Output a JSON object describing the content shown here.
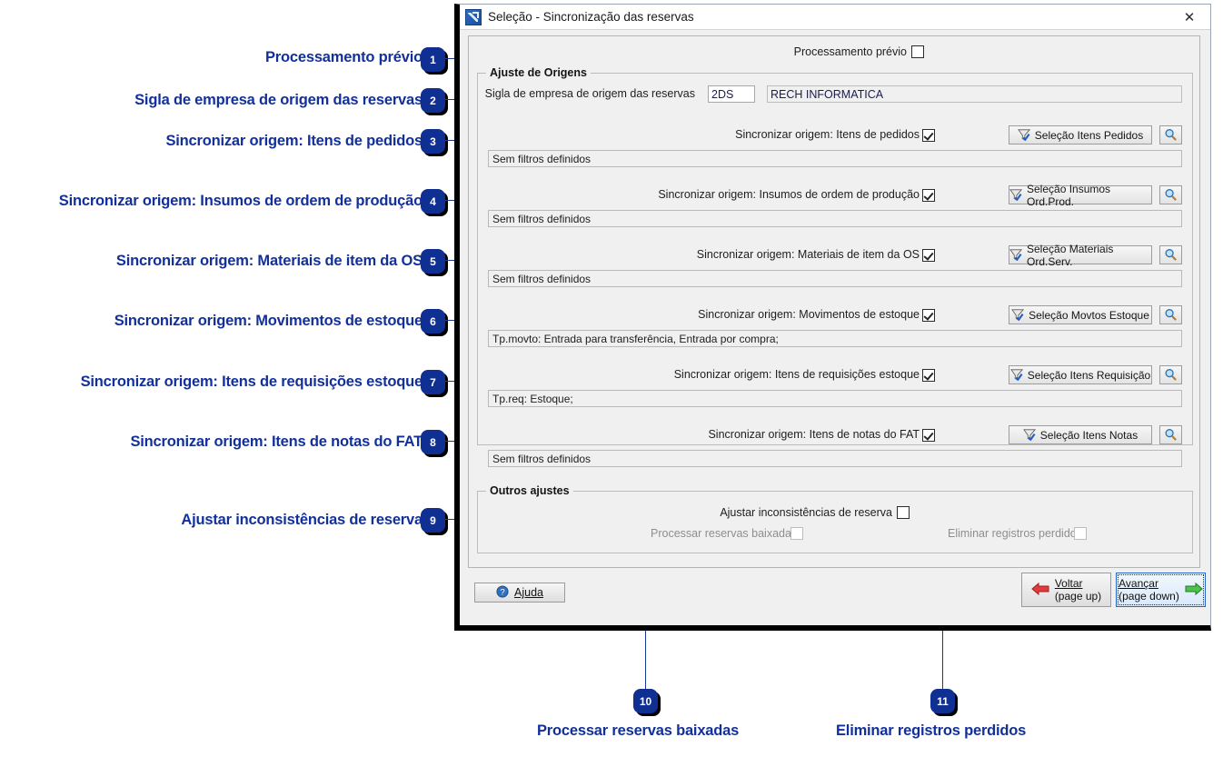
{
  "window": {
    "title": "Seleção - Sincronização das reservas",
    "icon": "app-arrow-icon",
    "close_label": "✕"
  },
  "form": {
    "pre_processing": {
      "label": "Processamento prévio",
      "checked": false
    },
    "group_origins": {
      "title": "Ajuste de Origens"
    },
    "company": {
      "label": "Sigla de empresa de origem das reservas",
      "code": "2DS",
      "name": "RECH INFORMATICA"
    },
    "origins": [
      {
        "label": "Sincronizar origem: Itens de pedidos",
        "checked": true,
        "button": "Seleção Itens Pedidos",
        "accel": "P",
        "filter": "Sem filtros definidos"
      },
      {
        "label": "Sincronizar origem: Insumos de ordem de produção",
        "checked": true,
        "button": "Seleção Insumos Ord.Prod.",
        "accel": "I",
        "filter": "Sem filtros definidos"
      },
      {
        "label": "Sincronizar origem: Materiais de item da OS",
        "checked": true,
        "button": "Seleção Materiais Ord.Serv.",
        "accel": "M",
        "filter": "Sem filtros definidos"
      },
      {
        "label": "Sincronizar origem: Movimentos de estoque",
        "checked": true,
        "button": "Seleção Movtos Estoque",
        "accel": "E",
        "filter": "Tp.movto: Entrada para transferência, Entrada por compra;"
      },
      {
        "label": "Sincronizar origem: Itens de requisições estoque",
        "checked": true,
        "button": "Seleção Itens Requisição",
        "accel": "R",
        "filter": "Tp.req: Estoque;"
      },
      {
        "label": "Sincronizar origem: Itens de notas do FAT",
        "checked": true,
        "button": "Seleção Itens Notas",
        "accel": "N",
        "filter": "Sem filtros definidos"
      }
    ],
    "group_others": {
      "title": "Outros ajustes"
    },
    "others": {
      "adjust_inconsistencies": {
        "label": "Ajustar inconsistências de reserva",
        "checked": false,
        "enabled": true
      },
      "process_written_off": {
        "label": "Processar reservas baixadas",
        "checked": false,
        "enabled": false
      },
      "remove_lost_records": {
        "label": "Eliminar registros perdidos",
        "checked": false,
        "enabled": false
      }
    }
  },
  "buttons": {
    "help": "Ajuda",
    "back": {
      "line1": "Voltar",
      "line2": "(page up)"
    },
    "next": {
      "line1": "Avançar",
      "line2": "(page down)"
    }
  },
  "annotations": {
    "accent": "#12309b",
    "items": [
      {
        "n": "1",
        "text": "Processamento prévio"
      },
      {
        "n": "2",
        "text": "Sigla de empresa de origem das reservas"
      },
      {
        "n": "3",
        "text": "Sincronizar origem: Itens de pedidos"
      },
      {
        "n": "4",
        "text": "Sincronizar origem: Insumos de ordem de produção"
      },
      {
        "n": "5",
        "text": "Sincronizar origem: Materiais de item da OS"
      },
      {
        "n": "6",
        "text": "Sincronizar origem: Movimentos de estoque"
      },
      {
        "n": "7",
        "text": "Sincronizar origem: Itens de requisições estoque"
      },
      {
        "n": "8",
        "text": "Sincronizar origem: Itens de notas do FAT"
      },
      {
        "n": "9",
        "text": "Ajustar inconsistências de reserva"
      },
      {
        "n": "10",
        "text": "Processar reservas baixadas"
      },
      {
        "n": "11",
        "text": "Eliminar registros perdidos"
      }
    ]
  }
}
